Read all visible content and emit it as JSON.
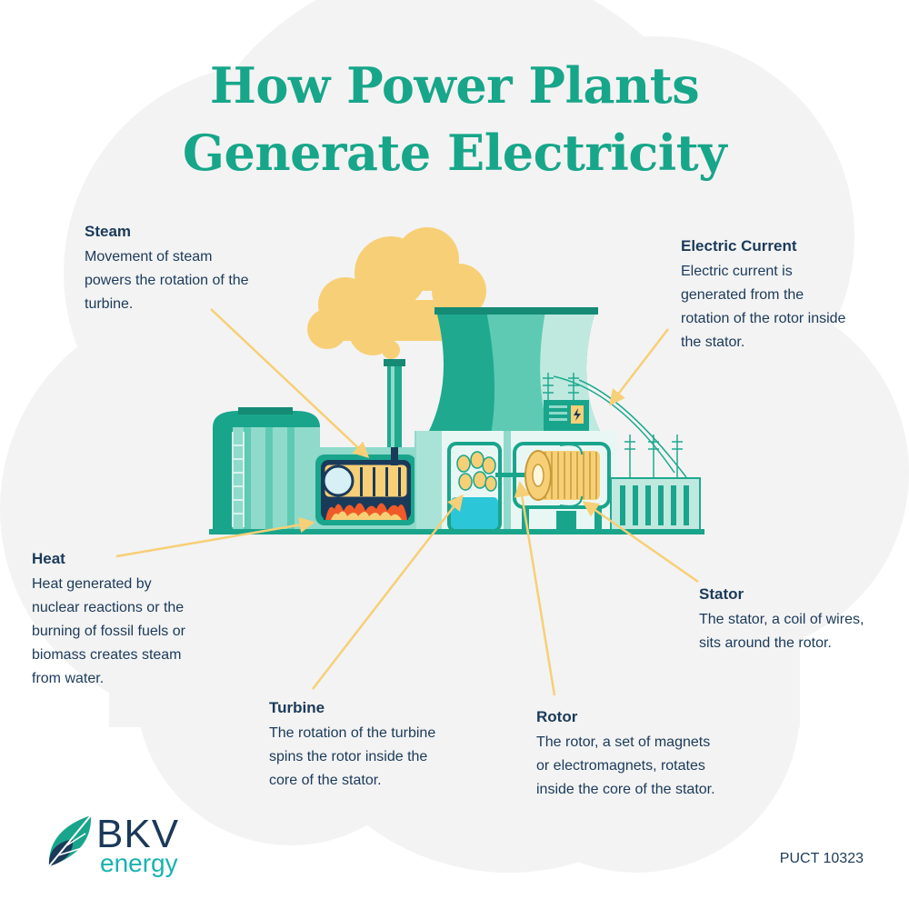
{
  "title": {
    "line1": "How Power Plants",
    "line2": "Generate Electricity"
  },
  "labels": {
    "steam": {
      "heading": "Steam",
      "lines": [
        "Movement of steam",
        "powers the rotation of the",
        "turbine."
      ]
    },
    "electric": {
      "heading": "Electric Current",
      "lines": [
        "Electric current is",
        "generated from the",
        "rotation of the rotor inside",
        "the stator."
      ]
    },
    "heat": {
      "heading": "Heat",
      "lines": [
        "Heat generated by",
        "nuclear reactions or the",
        "burning of fossil fuels or",
        "biomass creates steam",
        "from water."
      ]
    },
    "stator": {
      "heading": "Stator",
      "lines": [
        "The stator, a coil of wires,",
        "sits around the rotor."
      ]
    },
    "turbine": {
      "heading": "Turbine",
      "lines": [
        "The rotation of the turbine",
        "spins the rotor inside the",
        "core of the stator."
      ]
    },
    "rotor": {
      "heading": "Rotor",
      "lines": [
        "The rotor, a set of magnets",
        "or electromagnets, rotates",
        "inside the core of the stator."
      ]
    }
  },
  "brand": {
    "name": "BKV",
    "sub": "energy"
  },
  "license": "PUCT 10323",
  "colors": {
    "title": "#17a68a",
    "text": "#1b3a5a",
    "arrow": "#f7cf76",
    "teal_dark": "#19a58c",
    "teal_light": "#8fdacb",
    "fire": "#f05a28",
    "background_cloud": "#f3f3f3"
  }
}
